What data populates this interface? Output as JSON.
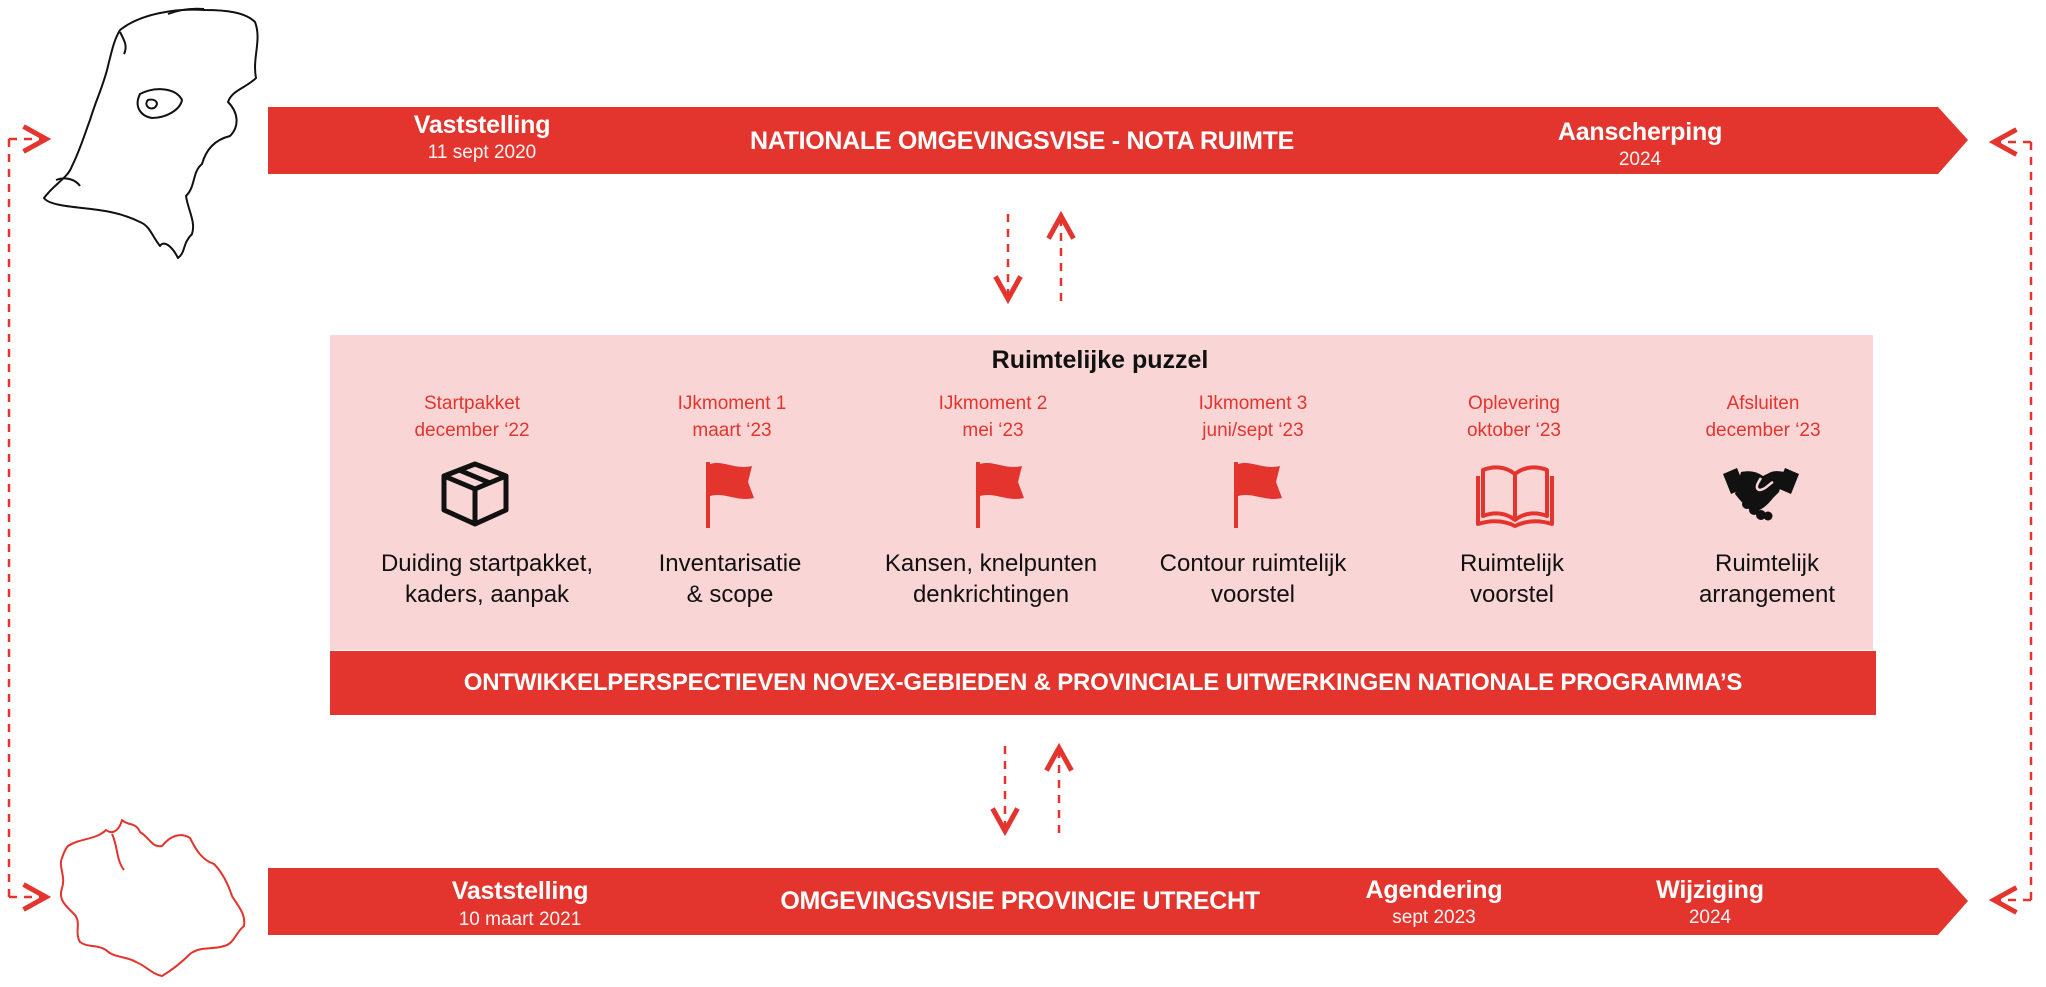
{
  "colors": {
    "accent": "#e3342d",
    "panel": "#f9d6d5",
    "text": "#111111"
  },
  "national": {
    "title": "NATIONALE OMGEVINGSVISE - NOTA RUIMTE",
    "left_label": "Vaststelling",
    "left_date": "11 sept 2020",
    "right_label": "Aanscherping",
    "right_date": "2024"
  },
  "puzzle": {
    "title": "Ruimtelijke puzzel",
    "milestones": [
      {
        "head1": "Startpakket",
        "head2": "december ‘22",
        "icon": "box-icon",
        "desc1": "Duiding startpakket,",
        "desc2": "kaders, aanpak"
      },
      {
        "head1": "IJkmoment 1",
        "head2": "maart ‘23",
        "icon": "flag-icon",
        "desc1": "Inventarisatie",
        "desc2": "& scope"
      },
      {
        "head1": "IJkmoment 2",
        "head2": "mei ‘23",
        "icon": "flag-icon",
        "desc1": "Kansen, knelpunten",
        "desc2": "denkrichtingen"
      },
      {
        "head1": "IJkmoment 3",
        "head2": "juni/sept ‘23",
        "icon": "flag-icon",
        "desc1": "Contour ruimtelijk",
        "desc2": "voorstel"
      },
      {
        "head1": "Oplevering",
        "head2": "oktober ‘23",
        "icon": "book-icon",
        "desc1": "Ruimtelijk",
        "desc2": "voorstel"
      },
      {
        "head1": "Afsluiten",
        "head2": "december ‘23",
        "icon": "handshake-icon",
        "desc1": "Ruimtelijk",
        "desc2": "arrangement"
      }
    ],
    "bar_title": "ONTWIKKELPERSPECTIEVEN NOVEX-GEBIEDEN & PROVINCIALE UITWERKINGEN NATIONALE PROGRAMMA’S"
  },
  "provincial": {
    "title": "OMGEVINGSVISIE PROVINCIE UTRECHT",
    "left_label": "Vaststelling",
    "left_date": "10 maart 2021",
    "mid_label": "Agendering",
    "mid_date": "sept 2023",
    "right_label": "Wijziging",
    "right_date": "2024"
  }
}
